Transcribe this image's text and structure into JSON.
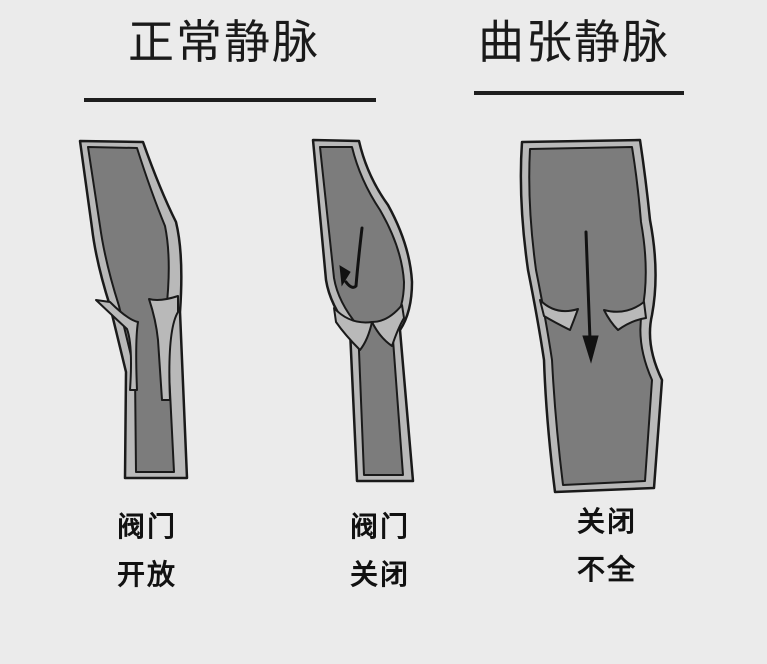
{
  "headings": {
    "normal": "正常静脉",
    "varicose": "曲张静脉"
  },
  "labels": {
    "open": {
      "line1": "阀门",
      "line2": "开放"
    },
    "closed": {
      "line1": "阀门",
      "line2": "关闭"
    },
    "incomplete": {
      "line1": "关闭",
      "line2": "不全"
    }
  },
  "colors": {
    "background": "#ebebeb",
    "vein_wall": "#b9b9b9",
    "vein_lumen": "#7c7c7c",
    "ink": "#1a1a1a"
  }
}
